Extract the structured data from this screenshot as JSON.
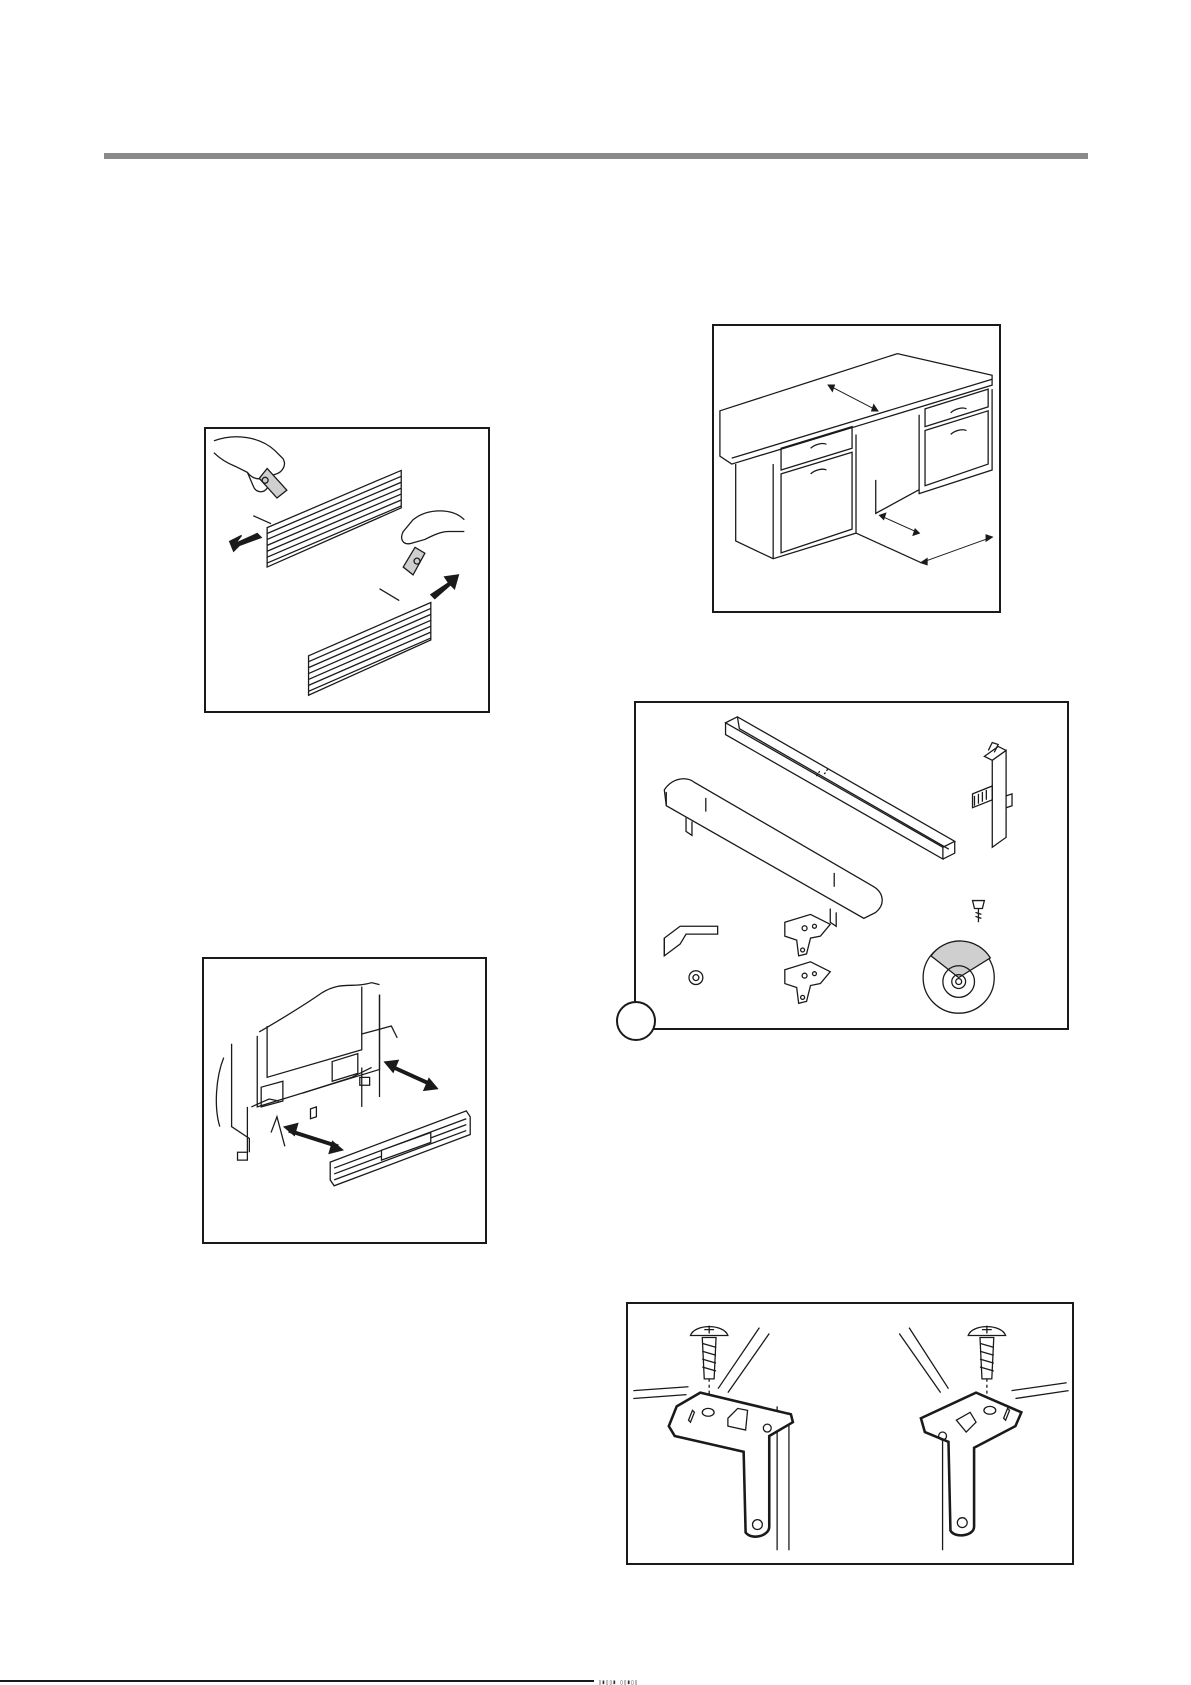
{
  "page": {
    "header_rule_color": "#8a8a8a",
    "line_color": "#1a1a1a"
  },
  "figures": [
    {
      "id": "grille-cut",
      "kind": "illustration"
    },
    {
      "id": "cabinet-niche",
      "kind": "illustration"
    },
    {
      "id": "kit-parts",
      "kind": "illustration"
    },
    {
      "id": "grille-fit",
      "kind": "illustration"
    },
    {
      "id": "bracket-screws",
      "kind": "illustration"
    }
  ],
  "footer": {
    "marks": "▯▮▯▯▮ ▯▯▮▯▯"
  }
}
